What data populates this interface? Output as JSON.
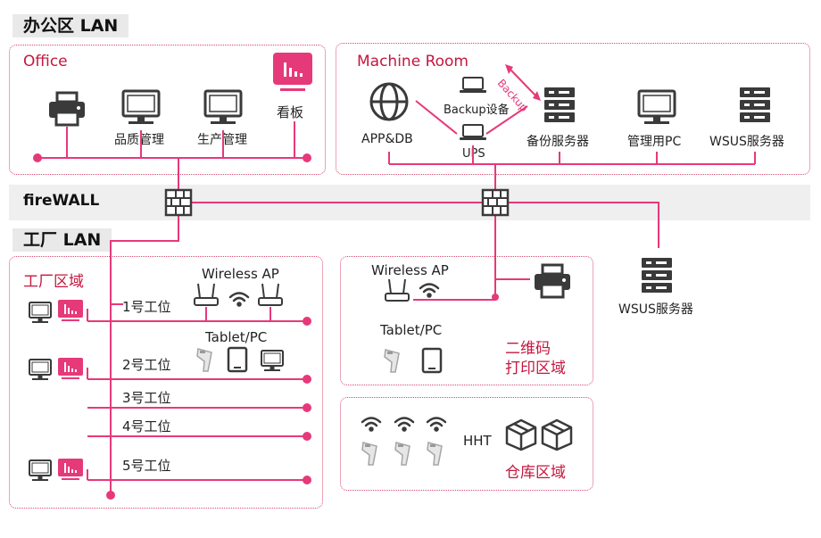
{
  "banners": {
    "office_lan": "办公区 LAN",
    "factory_lan": "工厂 LAN"
  },
  "firewall_label": "fireWALL",
  "office": {
    "title": "Office",
    "devices": [
      "品质管理",
      "生产管理",
      "看板"
    ]
  },
  "machine_room": {
    "title": "Machine Room",
    "devices": [
      "APP&DB",
      "Backup设备",
      "UPS",
      "备份服务器",
      "管理用PC",
      "WSUS服务器"
    ],
    "arrow_label": "Backup"
  },
  "external_server": "WSUS服务器",
  "factory": {
    "title": "工厂区域",
    "wireless_ap": "Wireless AP",
    "tablet_pc": "Tablet/PC",
    "stations": [
      "1号工位",
      "2号工位",
      "3号工位",
      "4号工位",
      "5号工位"
    ]
  },
  "qr_zone": {
    "wireless_ap": "Wireless AP",
    "tablet_pc": "Tablet/PC",
    "title_line1": "二维码",
    "title_line2": "打印区域"
  },
  "warehouse": {
    "hht": "HHT",
    "title": "仓库区域"
  },
  "colors": {
    "accent": "#e6397a",
    "zone_border": "#d9486e",
    "title_red": "#c4173f",
    "icon_dark": "#3a3a3a"
  }
}
